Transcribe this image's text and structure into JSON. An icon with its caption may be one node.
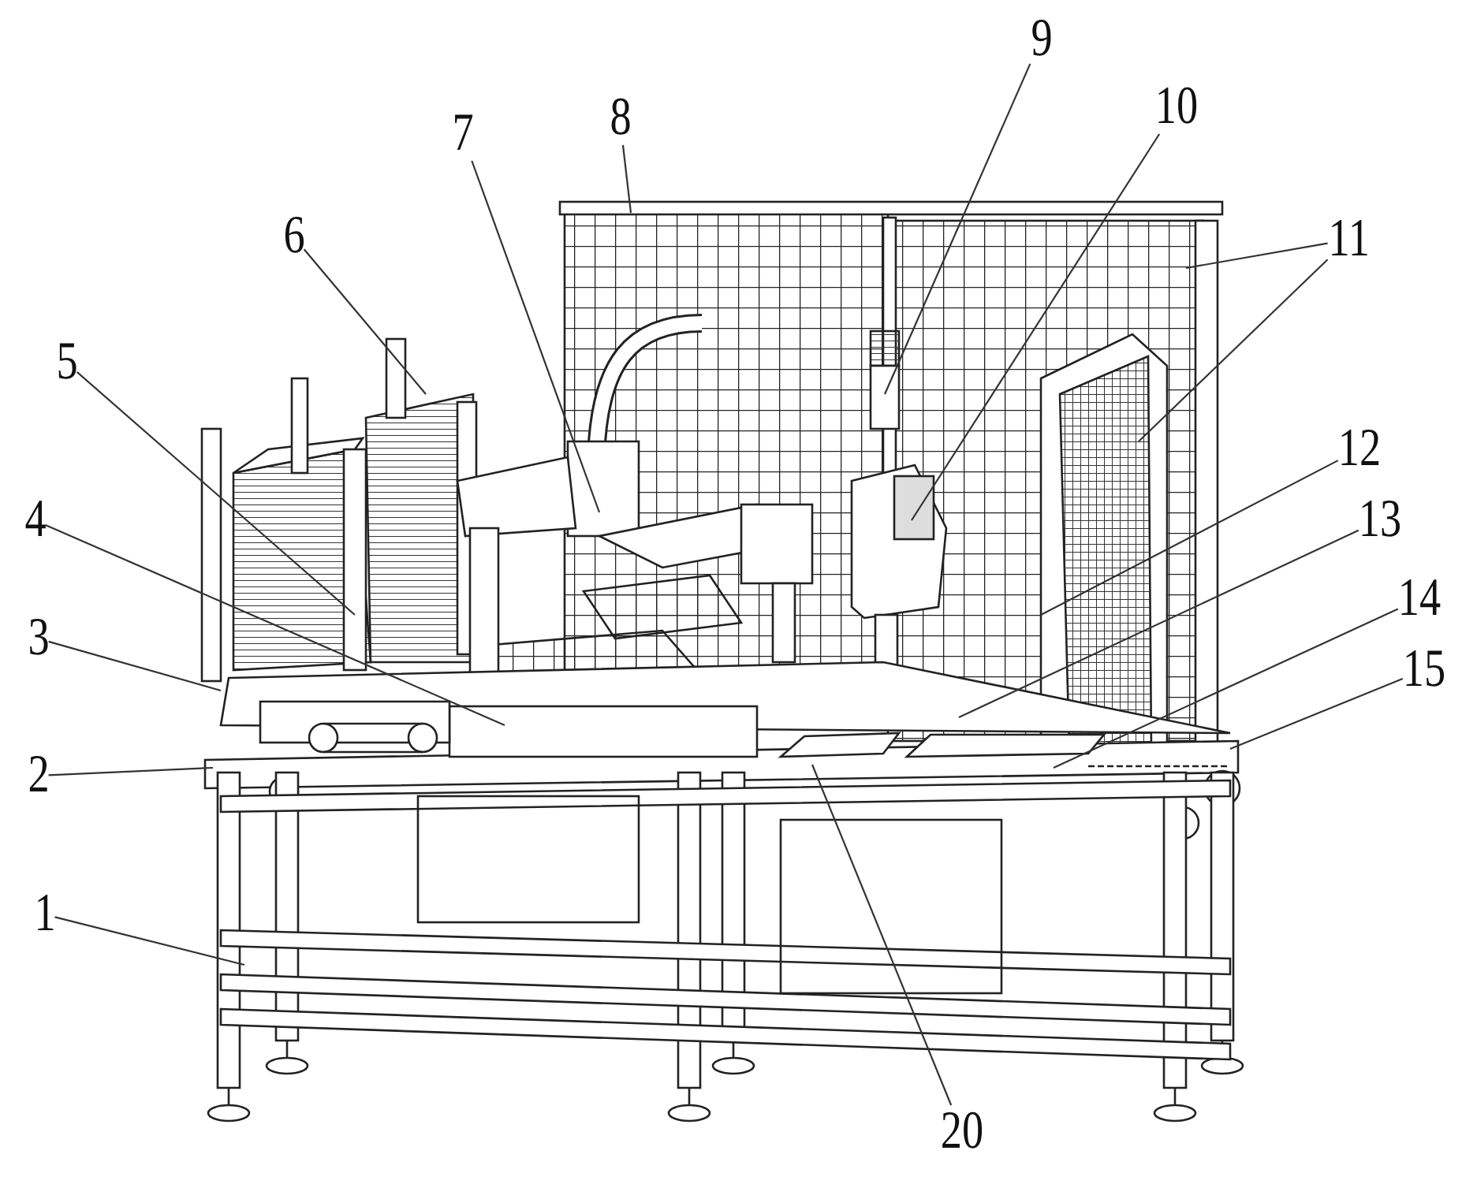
{
  "diagram": {
    "nodes": [
      {
        "text": [
          "1"
        ]
      },
      {
        "text": [
          "2"
        ]
      },
      {
        "text": [
          "3"
        ]
      },
      {
        "text": [
          "4"
        ]
      },
      {
        "text": [
          "5"
        ]
      },
      {
        "text": [
          "6"
        ]
      },
      {
        "text": [
          "7"
        ]
      },
      {
        "text": [
          "8"
        ]
      },
      {
        "text": [
          "9"
        ]
      },
      {
        "text": [
          "10"
        ]
      },
      {
        "text": [
          "11"
        ]
      },
      {
        "text": [
          "12"
        ]
      },
      {
        "text": [
          "13"
        ]
      },
      {
        "text": [
          "14"
        ]
      },
      {
        "text": [
          "15"
        ]
      },
      {
        "text": [
          "20"
        ]
      }
    ],
    "edges": [
      {
        "from": 0,
        "to": null,
        "arrow": "none"
      },
      {
        "from": 1,
        "to": null,
        "arrow": "none"
      },
      {
        "from": 2,
        "to": null,
        "arrow": "none"
      },
      {
        "from": 3,
        "to": null,
        "arrow": "none"
      },
      {
        "from": 4,
        "to": null,
        "arrow": "none"
      },
      {
        "from": 5,
        "to": null,
        "arrow": "none"
      },
      {
        "from": 6,
        "to": null,
        "arrow": "none"
      },
      {
        "from": 7,
        "to": null,
        "arrow": "none"
      },
      {
        "from": 8,
        "to": null,
        "arrow": "none"
      },
      {
        "from": 9,
        "to": null,
        "arrow": "none"
      },
      {
        "from": 10,
        "to": null,
        "arrow": "none"
      },
      {
        "from": 10,
        "to": null,
        "arrow": "none"
      },
      {
        "from": 11,
        "to": null,
        "arrow": "none"
      },
      {
        "from": 12,
        "to": null,
        "arrow": "none"
      },
      {
        "from": 13,
        "to": null,
        "arrow": "none"
      },
      {
        "from": 14,
        "to": null,
        "arrow": "none"
      },
      {
        "from": 15,
        "to": null,
        "arrow": "none"
      }
    ]
  }
}
